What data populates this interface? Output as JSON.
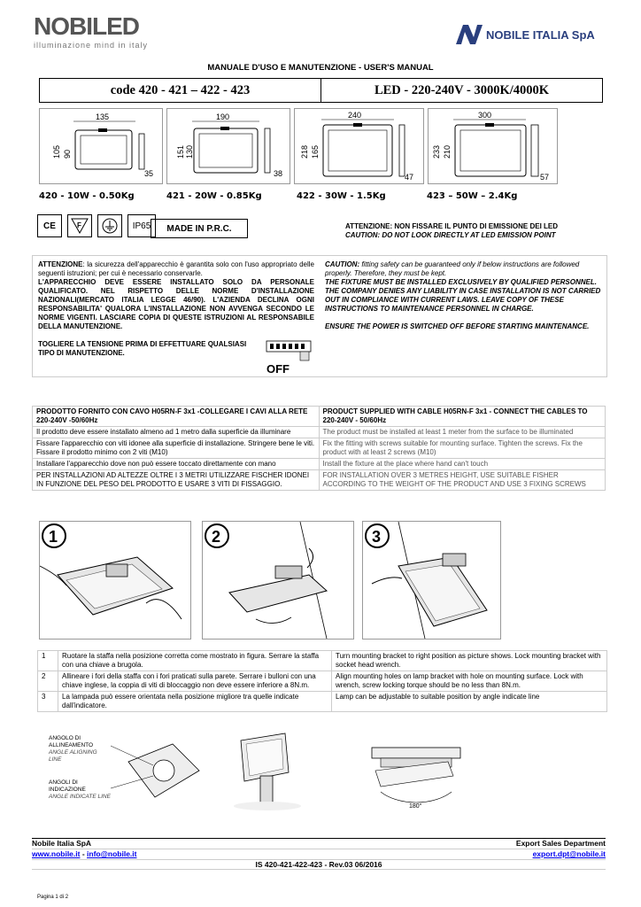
{
  "header": {
    "brand_logo": "NOBILED",
    "brand_tagline": "illuminazione  mind in italy",
    "company_logo": "NOBILE ITALIA SpA",
    "manual_title": "MANUALE D'USO E MANUTENZIONE - USER'S MANUAL",
    "code_label": "code 420 - 421 – 422 - 423",
    "led_label": "LED - 220-240V - 3000K/4000K"
  },
  "drawings": [
    {
      "width": "135",
      "h1": "105",
      "h2": "90",
      "depth": "35"
    },
    {
      "width": "190",
      "h1": "151",
      "h2": "130",
      "depth": "38"
    },
    {
      "width": "240",
      "h1": "218",
      "h2": "165",
      "depth": "47"
    },
    {
      "width": "300",
      "h1": "233",
      "h2": "210",
      "depth": "57"
    }
  ],
  "weights": [
    "420 - 10W - 0.50Kg",
    "421 - 20W - 0.85Kg",
    "422 - 30W - 1.5Kg",
    "423 – 50W – 2.4Kg"
  ],
  "certifications": {
    "ce": "CE",
    "f": "F",
    "ground": "⏚",
    "ip": "IP65",
    "made_in": "MADE IN P.R.C."
  },
  "attention_top": {
    "it": "ATTENZIONE: NON FISSARE IL PUNTO DI EMISSIONE DEI LED",
    "en": "CAUTION: DO NOT LOOK DIRECTLY AT LED EMISSION POINT"
  },
  "safety": {
    "it_label": "ATTENZIONE",
    "it_text": ": la sicurezza dell'apparecchio è garantita solo con l'uso appropriato delle seguenti istruzioni; per cui è necessario conservarle.",
    "it_bold": "L'APPARECCHIO DEVE ESSERE INSTALLATO SOLO DA PERSONALE QUALIFICATO. NEL RISPETTO DELLE NORME D'INSTALLAZIONE NAZIONALI(MERCATO ITALIA LEGGE 46/90). L'AZIENDA DECLINA OGNI RESPONSABILITA' QUALORA L'INSTALLAZIONE NON AVVENGA SECONDO LE NORME VIGENTI. LASCIARE COPIA DI QUESTE ISTRUZIONI AL RESPONSABILE DELLA MANUTENZIONE.",
    "it_power": "TOGLIERE LA TENSIONE PRIMA DI EFFETTUARE QUALSIASI TIPO DI MANUTENZIONE.",
    "en_label": "CAUTION:",
    "en_text": " fitting safety can be guaranteed only if below instructions are followed properly. Therefore, they must be kept.",
    "en_bold": "THE FIXTURE MUST BE INSTALLED EXCLUSIVELY BY QUALIFIED PERSONNEL. THE COMPANY DENIES ANY LIABILITY IN CASE INSTALLATION IS NOT CARRIED OUT IN COMPLIANCE WITH CURRENT LAWS. LEAVE COPY OF THESE INSTRUCTIONS TO MAINTENANCE PERSONNEL IN CHARGE.",
    "en_power": "ENSURE THE POWER IS SWITCHED OFF BEFORE STARTING MAINTENANCE.",
    "off_label": "OFF"
  },
  "install_table": [
    {
      "it": "PRODOTTO FORNITO CON CAVO H05RN-F 3x1 -COLLEGARE I CAVI ALLA RETE 220-240V -50/60Hz",
      "en": "PRODUCT SUPPLIED WITH CABLE H05RN-F 3x1 - CONNECT THE CABLES TO 220-240V - 50/60Hz"
    },
    {
      "it": "Il prodotto deve essere installato almeno ad 1 metro dalla superficie da illuminare",
      "en": "The product must be installed at least 1 meter from the surface to be illuminated"
    },
    {
      "it": "Fissare l'apparecchio con viti idonee alla superficie di installazione. Stringere bene le viti. Fissare il prodotto minimo con 2 viti (M10)",
      "en": "Fix the fitting with screws suitable for mounting surface. Tighten the screws. Fix the product with at least 2 screws (M10)"
    },
    {
      "it": "Installare l'apparecchio dove non può essere toccato direttamente con mano",
      "en": "Install the fixture at the place where hand can't touch"
    },
    {
      "it": "PER INSTALLAZIONI AD ALTEZZE OLTRE I 3 METRI UTILIZZARE FISCHER IDONEI IN FUNZIONE DEL PESO DEL PRODOTTO E USARE 3 VITI DI FISSAGGIO.",
      "en": "FOR INSTALLATION OVER 3 METRES HEIGHT, USE SUITABLE FISHER ACCORDING TO THE WEIGHT OF THE PRODUCT AND USE 3 FIXING SCREWS"
    }
  ],
  "steps_images": [
    "1",
    "2",
    "3"
  ],
  "steps_table": [
    {
      "n": "1",
      "it": "Ruotare la staffa nella posizione corretta come mostrato in figura. Serrare la staffa con una chiave a brugola.",
      "en": "Turn mounting bracket to right position as picture shows. Lock mounting bracket with socket head wrench."
    },
    {
      "n": "2",
      "it": "Allineare i fori della staffa con i fori praticati sulla parete. Serrare i bulloni con una chiave inglese, la coppia di viti di bloccaggio non deve essere inferiore a 8N.m.",
      "en": "Align mounting holes on lamp bracket with hole on mounting surface. Lock with wrench, screw locking torque should be no less than 8N.m."
    },
    {
      "n": "3",
      "it": "La lampada può essere orientata nella posizione migliore tra quelle indicate dall'indicatore.",
      "en": "Lamp can be adjustable to suitable position by angle indicate line"
    }
  ],
  "angle_labels": {
    "align_it": "ANGOLO DI ALLINEAMENTO",
    "align_en": "ANGLE ALIGNING LINE",
    "indicate_it": "ANGOLI DI INDICAZIONE",
    "indicate_en": "ANGLE INDICATE LINE",
    "degrees": "180°"
  },
  "footer": {
    "company": "Nobile Italia SpA",
    "department": "Export Sales Department",
    "website": "www.nobile.it",
    "separator": " - ",
    "email": "info@nobile.it",
    "export_email": "export.dpt@nobile.it",
    "doc_ref": "IS 420-421-422-423 - Rev.03 06/2016",
    "page": "Pagina 1 di 2"
  }
}
